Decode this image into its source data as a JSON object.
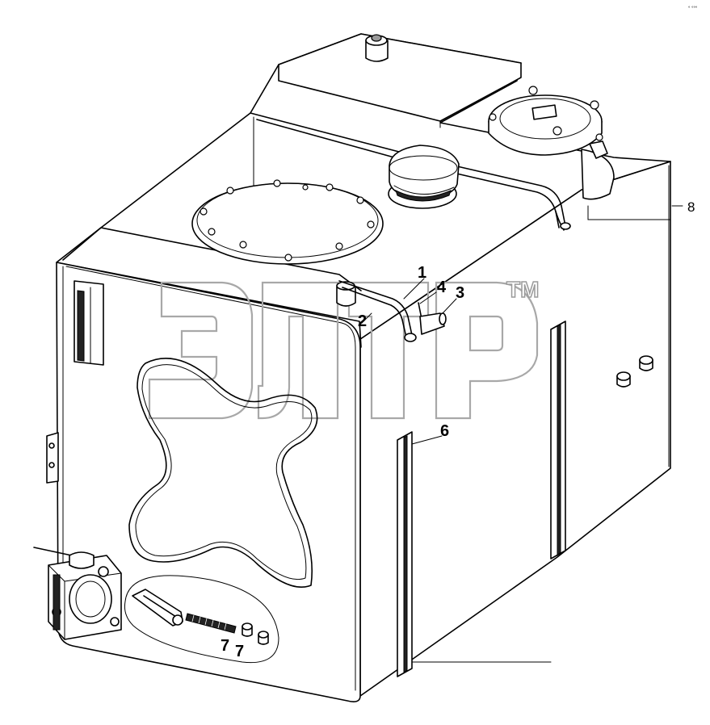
{
  "corner_mark": "° °°°",
  "watermark": {
    "text": "элтр",
    "trademark": "TM"
  },
  "callouts": {
    "c1": "1",
    "c2": "2",
    "c3": "3",
    "c4": "4",
    "c6": "6",
    "c7a": "7",
    "c7b": "7",
    "c8": "8"
  }
}
